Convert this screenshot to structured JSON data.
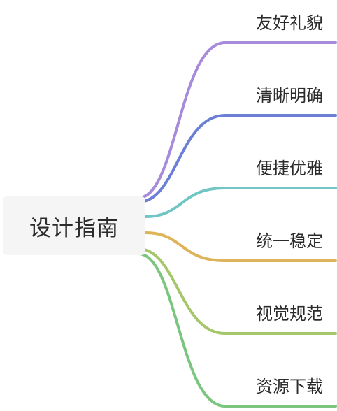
{
  "root": {
    "label": "设计指南"
  },
  "branches": [
    {
      "label": "友好礼貌",
      "color": "#a78bdb"
    },
    {
      "label": "清晰明确",
      "color": "#6b7fd6"
    },
    {
      "label": "便捷优雅",
      "color": "#6fc6c4"
    },
    {
      "label": "统一稳定",
      "color": "#ddb45a"
    },
    {
      "label": "视觉规范",
      "color": "#a5c76a"
    },
    {
      "label": "资源下载",
      "color": "#7bc57e"
    }
  ]
}
